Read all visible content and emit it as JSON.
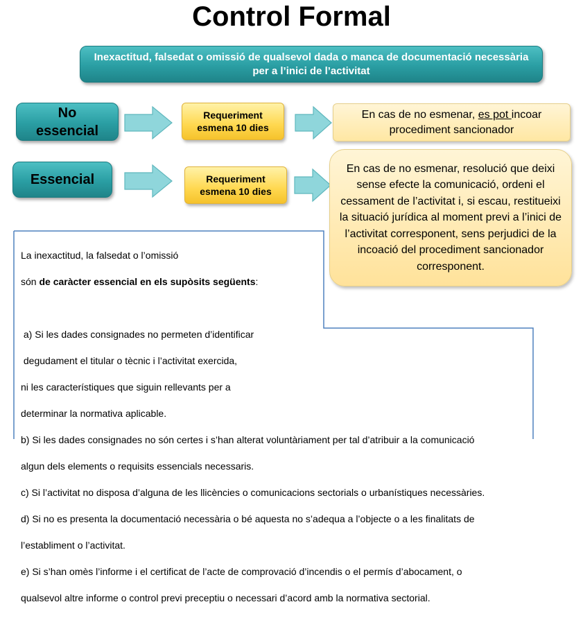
{
  "title": "Control Formal",
  "banner": "Inexactitud, falsedat o omissió de qualsevol dada o manca de documentació necessària per a l’inici de l’activitat",
  "rows": [
    {
      "category": "No essencial",
      "requirement": "Requeriment esmena 10 dies",
      "result_prefix": "En cas de no esmenar, ",
      "result_underlined": "es pot ",
      "result_suffix": "incoar procediment sancionador"
    },
    {
      "category": "Essencial",
      "requirement": "Requeriment esmena 10 dies",
      "result": "En cas de no esmenar, resolució que deixi sense efecte la comunicació, ordeni el cessament de l’activitat i, si escau, restitueixi la situació jurídica al moment previ a l’inici de l’activitat corresponent, sens perjudici de la incoació del procediment sancionador corresponent."
    }
  ],
  "note": {
    "intro_line1": "La inexactitud, la falsedat o l’omissió",
    "intro_line2_prefix": "són ",
    "intro_line2_bold": "de caràcter essencial en els supòsits següents",
    "intro_line2_suffix": ":",
    "items": [
      " a) Si les dades consignades no permeten d’identificar",
      " degudament el titular o tècnic i l’activitat exercida,",
      "ni les característiques que siguin rellevants per a",
      "determinar la normativa aplicable.",
      "b) Si les dades consignades no són certes i s’han alterat voluntàriament per tal d’atribuir a la comunicació",
      "algun dels elements o requisits essencials necessaris.",
      "c) Si l’activitat no disposa d’alguna de les llicències o comunicacions sectorials o urbanístiques necessàries.",
      "d) Si no es presenta la documentació necessària o bé aquesta no s’adequa a l’objecte o a les finalitats de",
      "l’establiment o l’activitat.",
      "e) Si s’han omès l’informe i el certificat de l’acte de comprovació d’incendis o el permís d’abocament, o",
      "qualsevol altre informe o control previ preceptiu o necessari d’acord amb la normativa sectorial."
    ]
  },
  "colors": {
    "teal": "#2a9ea3",
    "arrow": "#8fd6db",
    "yellow": "#ffd84f",
    "cream": "#ffe7a3",
    "border_blue": "#4f81bd"
  }
}
